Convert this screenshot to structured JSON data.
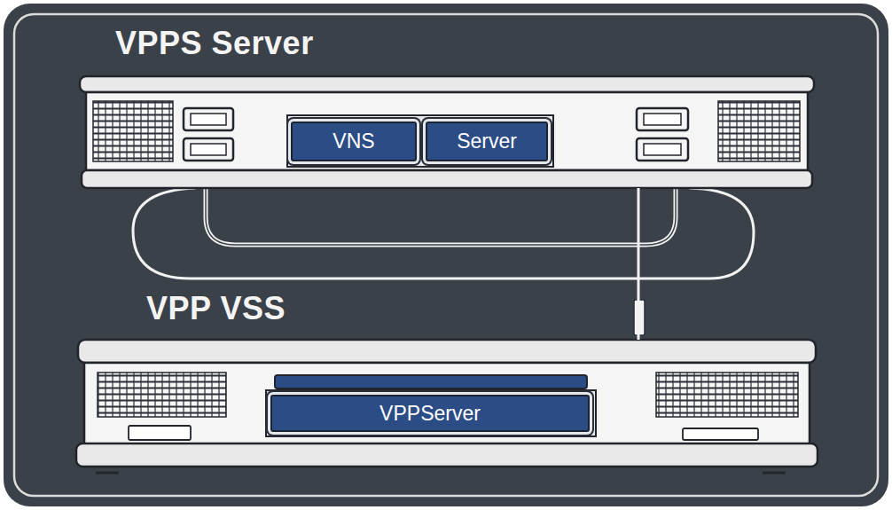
{
  "diagram": {
    "nodes": [
      {
        "text": [
          "VPPS Server"
        ]
      },
      {
        "text": [
          "VNS"
        ],
        "in": 0
      },
      {
        "text": [
          "Server"
        ],
        "in": 0
      },
      {
        "text": [
          "VPP VSS"
        ]
      },
      {
        "text": [
          "VPPServer"
        ],
        "in": 3
      }
    ],
    "edges": [
      {
        "from": 0,
        "to": 3,
        "arrow": "none"
      }
    ]
  }
}
